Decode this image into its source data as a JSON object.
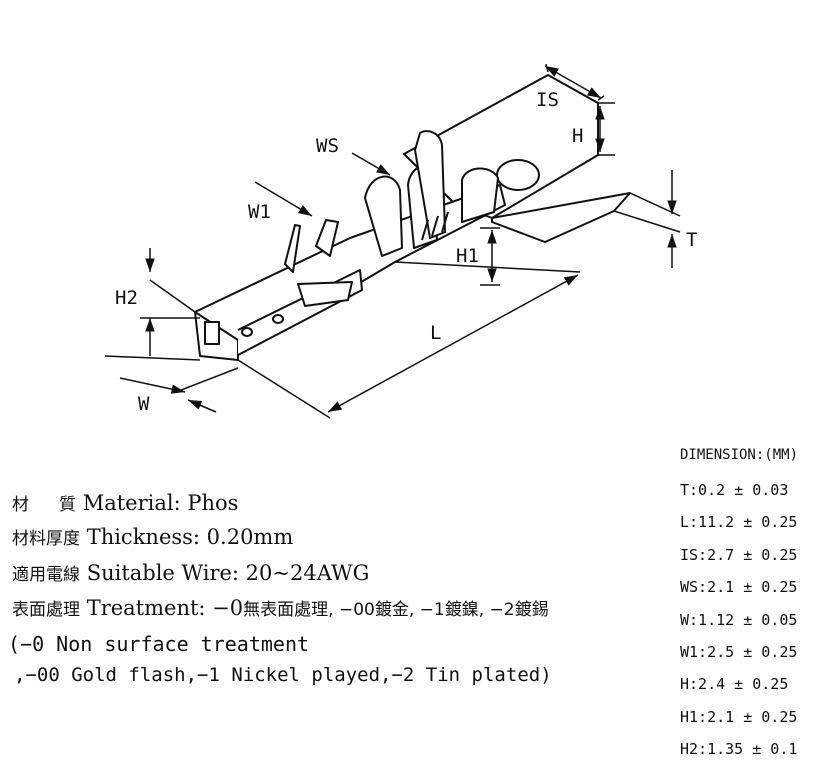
{
  "drawing": {
    "labels": {
      "is": "IS",
      "h": "H",
      "ws": "WS",
      "w1": "W1",
      "t": "T",
      "h1": "H1",
      "h2": "H2",
      "l": "L",
      "w": "W"
    }
  },
  "specs": {
    "material": {
      "zh_a": "材",
      "zh_b": "質",
      "en": "Material: Phos"
    },
    "thickness": {
      "zh": "材料厚度",
      "en": "Thickness: 0.20mm"
    },
    "wire": {
      "zh": "適用電線",
      "en": "Suitable  Wire: 20~24AWG"
    },
    "treatment": {
      "zh": "表面處理",
      "en": "Treatment: −0",
      "opt0": "無表面處理, −00",
      "opt00": "鍍金, −1",
      "opt1": "鍍鎳, −2",
      "opt2": "鍍錫"
    }
  },
  "notes": {
    "line1": "(−0 Non surface treatment",
    "line2": ",−00 Gold flash,−1 Nickel played,−2 Tin plated)"
  },
  "dimensions": {
    "title": "DIMENSION:(MM)",
    "rows": [
      "T:0.2 ± 0.03",
      "L:11.2 ± 0.25",
      "IS:2.7 ± 0.25",
      "WS:2.1 ± 0.25",
      "W:1.12 ± 0.05",
      "W1:2.5 ± 0.25",
      "H:2.4 ± 0.25",
      "H1:2.1 ± 0.25",
      "H2:1.35 ± 0.1"
    ]
  }
}
